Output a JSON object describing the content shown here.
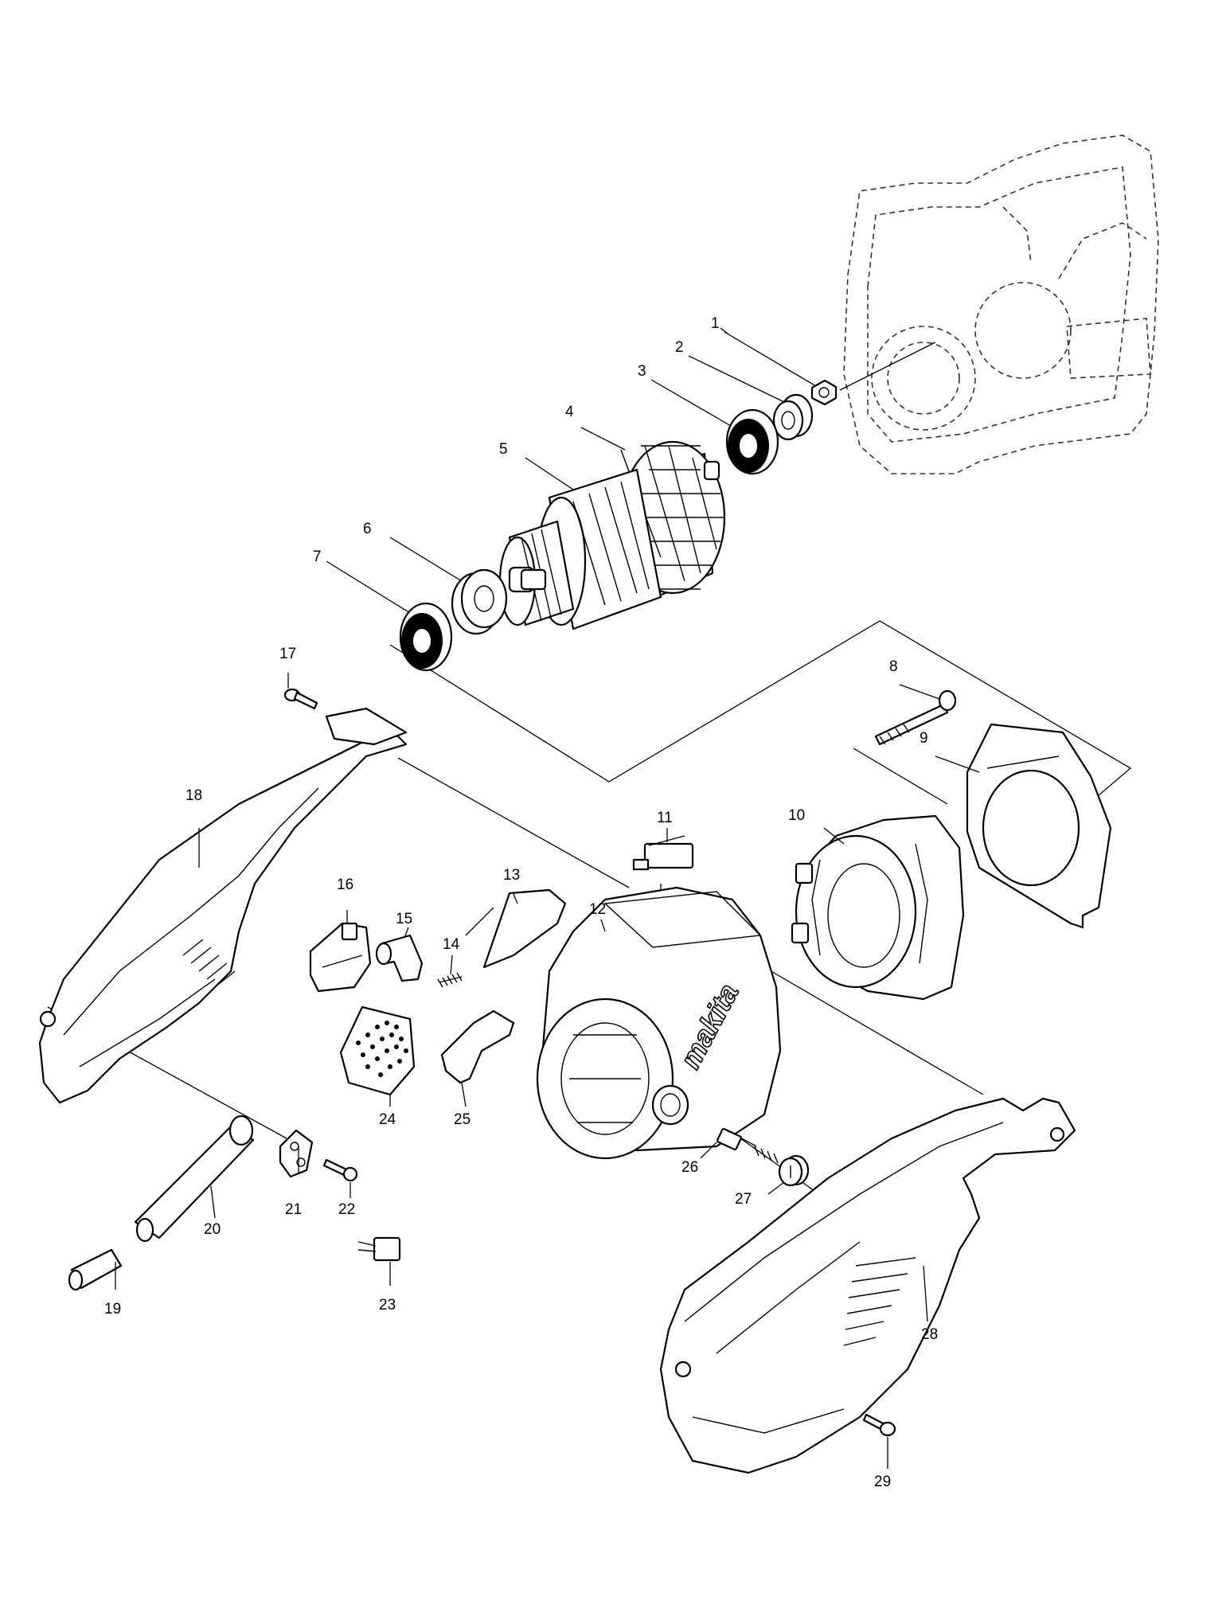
{
  "diagram": {
    "brand_mark": "makita",
    "callouts": [
      "1",
      "2",
      "3",
      "4",
      "5",
      "6",
      "7",
      "8",
      "9",
      "10",
      "11",
      "12",
      "13",
      "14",
      "15",
      "16",
      "17",
      "18",
      "19",
      "20",
      "21",
      "22",
      "23",
      "24",
      "25",
      "26",
      "27",
      "28",
      "29"
    ]
  }
}
